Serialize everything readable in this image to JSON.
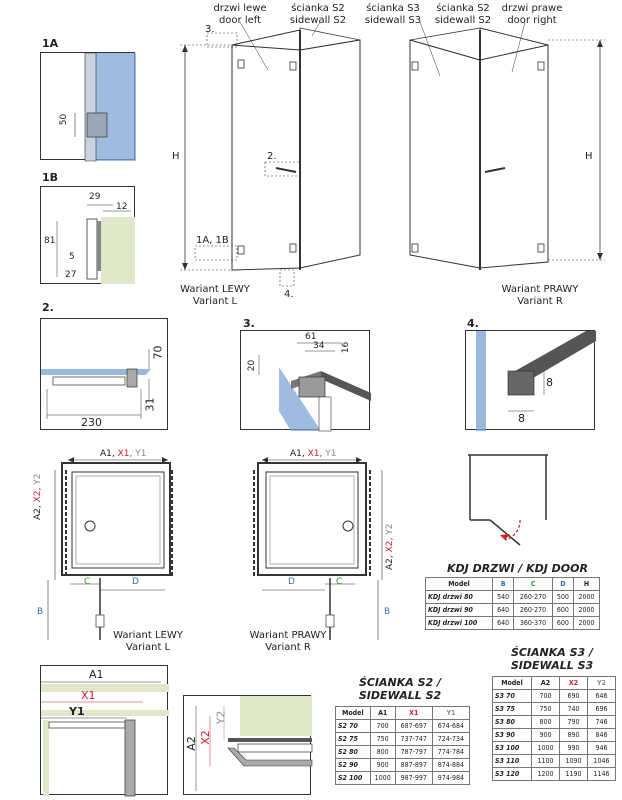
{
  "top_labels": {
    "door_left_pl": "drzwi lewe",
    "door_left_en": "door left",
    "sidewall_s2_pl": "ścianka S2",
    "sidewall_s2_en": "sidewall S2",
    "sidewall_s3_pl": "ścianka S3",
    "sidewall_s3_en": "sidewall S3",
    "sidewall_s2b_pl": "ścianka S2",
    "sidewall_s2b_en": "sidewall S2",
    "door_right_pl": "drzwi prawe",
    "door_right_en": "door right"
  },
  "callouts": {
    "c3": "3.",
    "c2": "2.",
    "c1a1b": "1A, 1B",
    "c4": "4.",
    "h_left": "H",
    "h_right": "H"
  },
  "variants": {
    "top_left_pl": "Wariant LEWY",
    "top_left_en": "Variant L",
    "top_right_pl": "Wariant PRAWY",
    "top_right_en": "Variant R",
    "plan_left_pl": "Wariant LEWY",
    "plan_left_en": "Variant L",
    "plan_right_pl": "Wariant PRAWY",
    "plan_right_en": "Variant R"
  },
  "details": {
    "d1a": {
      "label": "1A",
      "dims": [
        "50"
      ]
    },
    "d1b": {
      "label": "1B",
      "dims": [
        "29",
        "12",
        "81",
        "5",
        "27"
      ]
    },
    "d2": {
      "label": "2.",
      "dims": [
        "70",
        "31",
        "230"
      ]
    },
    "d3": {
      "label": "3.",
      "dims": [
        "61",
        "34",
        "16",
        "20"
      ]
    },
    "d4": {
      "label": "4.",
      "dims": [
        "8",
        "8"
      ]
    }
  },
  "plan_dims": {
    "a1": "A1,",
    "x1": "X1,",
    "y1": "Y1",
    "a2": "A2,",
    "x2": "X2,",
    "y2": "Y2",
    "c": "C",
    "d": "D",
    "b": "B"
  },
  "bottom_dims": {
    "a1": "A1",
    "x1": "X1",
    "y1": "Y1",
    "a2": "A2",
    "x2": "X2",
    "y2": "Y2"
  },
  "kdj_table": {
    "title": "KDJ DRZWI / KDJ DOOR",
    "headers": [
      "Model",
      "B",
      "C",
      "D",
      "H"
    ],
    "rows": [
      [
        "KDJ drzwi 80",
        "540",
        "260-270",
        "500",
        "2000"
      ],
      [
        "KDJ drzwi 90",
        "640",
        "260-270",
        "600",
        "2000"
      ],
      [
        "KDJ drzwi 100",
        "640",
        "360-370",
        "600",
        "2000"
      ]
    ]
  },
  "s2_table": {
    "title_l1": "ŚCIANKA S2 /",
    "title_l2": "SIDEWALL S2",
    "headers": [
      "Model",
      "A1",
      "X1",
      "Y1"
    ],
    "rows": [
      [
        "S2 70",
        "700",
        "687-697",
        "674-684"
      ],
      [
        "S2 75",
        "750",
        "737-747",
        "724-734"
      ],
      [
        "S2 80",
        "800",
        "787-797",
        "774-784"
      ],
      [
        "S2 90",
        "900",
        "887-897",
        "874-884"
      ],
      [
        "S2 100",
        "1000",
        "987-997",
        "974-984"
      ]
    ]
  },
  "s3_table": {
    "title_l1": "ŚCIANKA S3 /",
    "title_l2": "SIDEWALL S3",
    "headers": [
      "Model",
      "A2",
      "X2",
      "Y2"
    ],
    "rows": [
      [
        "S3 70",
        "700",
        "690",
        "646"
      ],
      [
        "S3 75",
        "750",
        "740",
        "696"
      ],
      [
        "S3 80",
        "800",
        "790",
        "746"
      ],
      [
        "S3 90",
        "900",
        "890",
        "846"
      ],
      [
        "S3 100",
        "1000",
        "990",
        "946"
      ],
      [
        "S3 110",
        "1100",
        "1090",
        "1046"
      ],
      [
        "S3 120",
        "1200",
        "1190",
        "1146"
      ]
    ]
  },
  "colors": {
    "glass": "#dfe9c9",
    "glass_blue": "#7fa6d6",
    "frame": "#333333",
    "red": "#d11f2a",
    "blue": "#2d6fb3",
    "green": "#2e9d3a",
    "gray": "#8a8a8a"
  }
}
